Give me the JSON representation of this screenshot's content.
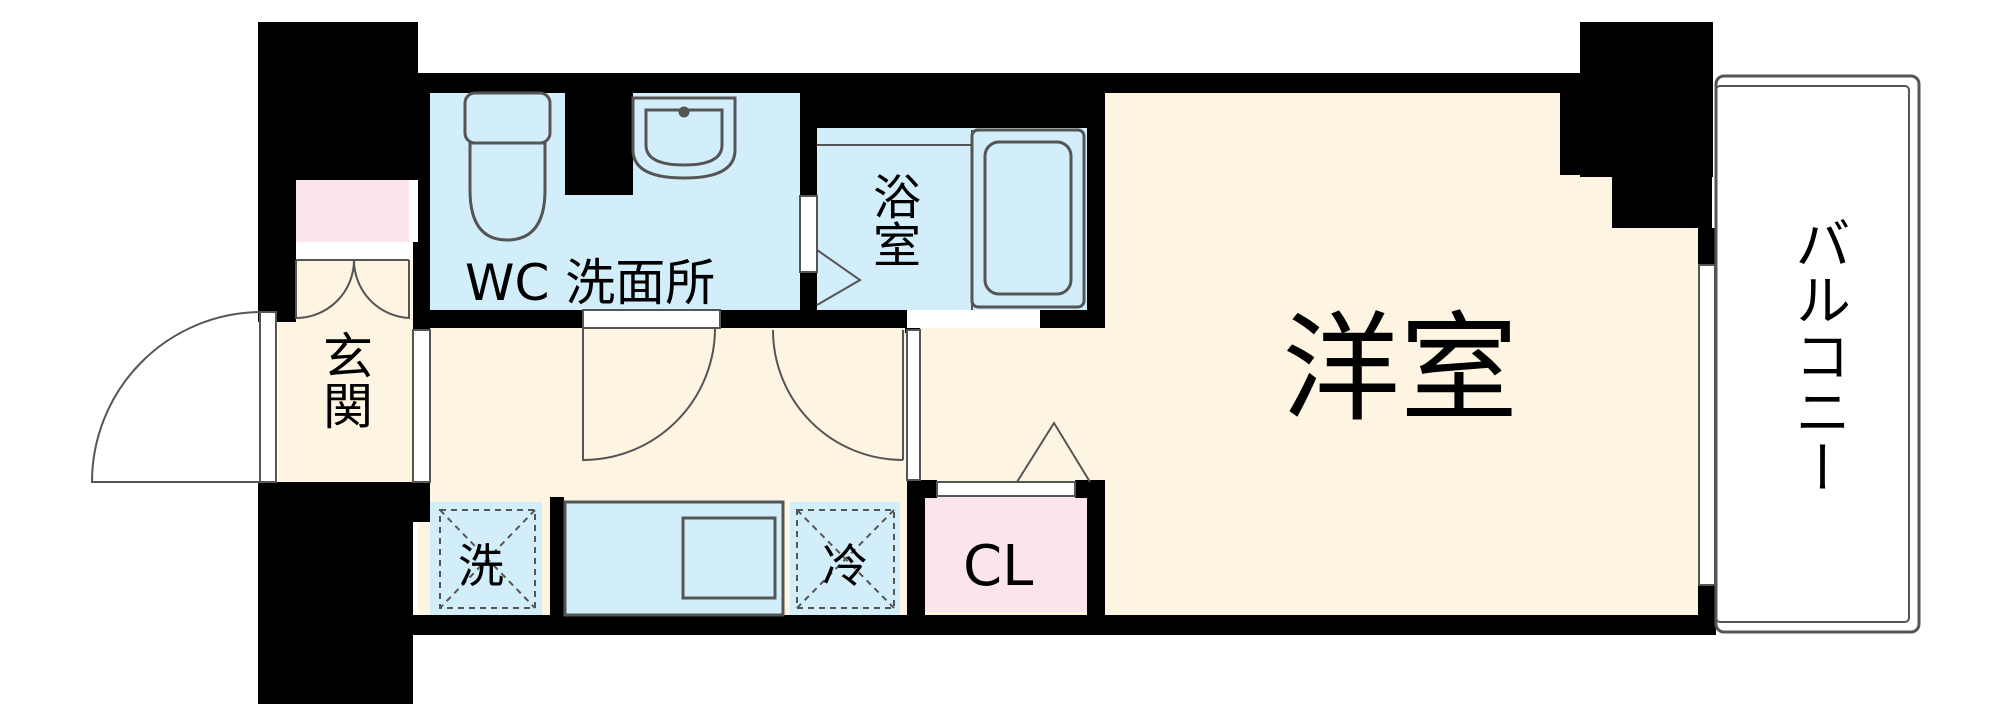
{
  "floor_plan": {
    "rooms": {
      "entrance": "玄関",
      "wc_washroom": "WC 洗面所",
      "bathroom": "浴室",
      "western_room": "洋室",
      "closet": "CL",
      "balcony": "バルコニー",
      "washer": "洗",
      "fridge": "冷"
    },
    "colors": {
      "wall": "#000000",
      "floor_wood": "#fdf5e2",
      "wet_area": "#d3eefb",
      "storage": "#fbe4ec",
      "line": "#555555"
    }
  }
}
